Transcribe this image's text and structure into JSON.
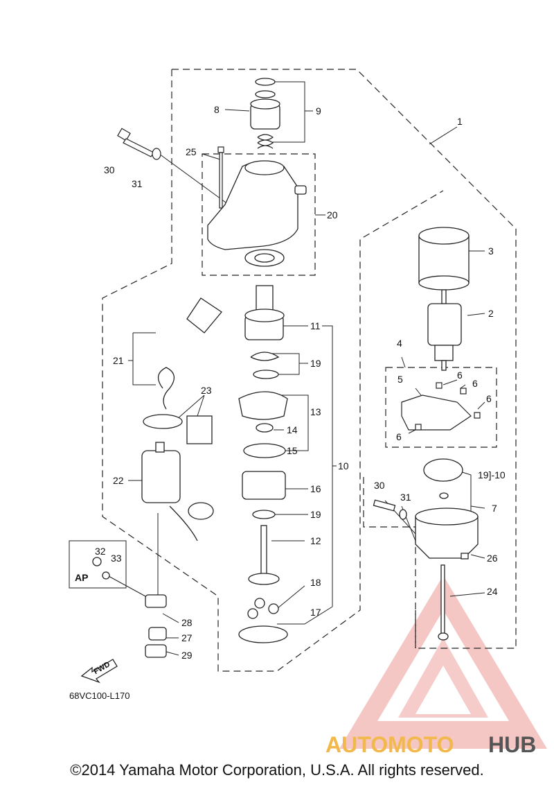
{
  "diagram": {
    "code": "68VC100-L170",
    "fwd_label": "FWD",
    "ap_label": "AP",
    "callouts": {
      "c1": "1",
      "c2": "2",
      "c3": "3",
      "c4": "4",
      "c5": "5",
      "c6a": "6",
      "c6b": "6",
      "c6c": "6",
      "c6d": "6",
      "c7": "7",
      "c8": "8",
      "c9": "9",
      "c10": "10",
      "c11": "11",
      "c12": "12",
      "c13": "13",
      "c14": "14",
      "c15": "15",
      "c16": "16",
      "c17": "17",
      "c18": "18",
      "c19a": "19",
      "c19b": "19",
      "c19c": "19]-10",
      "c20": "20",
      "c21": "21",
      "c22": "22",
      "c23": "23",
      "c24": "24",
      "c25": "25",
      "c26": "26",
      "c27": "27",
      "c28": "28",
      "c29": "29",
      "c30a": "30",
      "c30b": "30",
      "c31a": "31",
      "c31b": "31",
      "c32": "32",
      "c33": "33"
    }
  },
  "watermark": {
    "brand_part1": "AUTOMOTO",
    "brand_part2": "HUB",
    "color_primary": "#e8847e",
    "color_secondary": "#f2b84b",
    "color_text_dark": "#555555"
  },
  "footer": {
    "copyright": "©2014 Yamaha Motor Corporation, U.S.A. All rights reserved."
  }
}
